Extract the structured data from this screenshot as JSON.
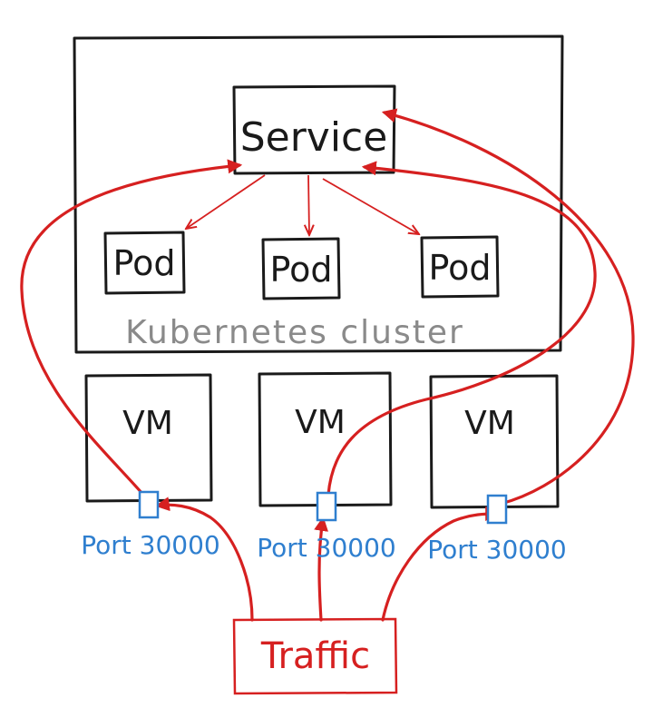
{
  "cluster": {
    "label": "Kubernetes cluster"
  },
  "service": {
    "label": "Service"
  },
  "pods": [
    {
      "label": "Pod"
    },
    {
      "label": "Pod"
    },
    {
      "label": "Pod"
    }
  ],
  "vms": [
    {
      "label": "VM",
      "port_label": "Port 30000"
    },
    {
      "label": "VM",
      "port_label": "Port 30000"
    },
    {
      "label": "VM",
      "port_label": "Port 30000"
    }
  ],
  "traffic": {
    "label": "Traffic"
  },
  "colors": {
    "outline": "#1a1a1a",
    "flow": "#d62020",
    "port": "#2f7fcf",
    "cluster_label": "#8a8a8a"
  }
}
